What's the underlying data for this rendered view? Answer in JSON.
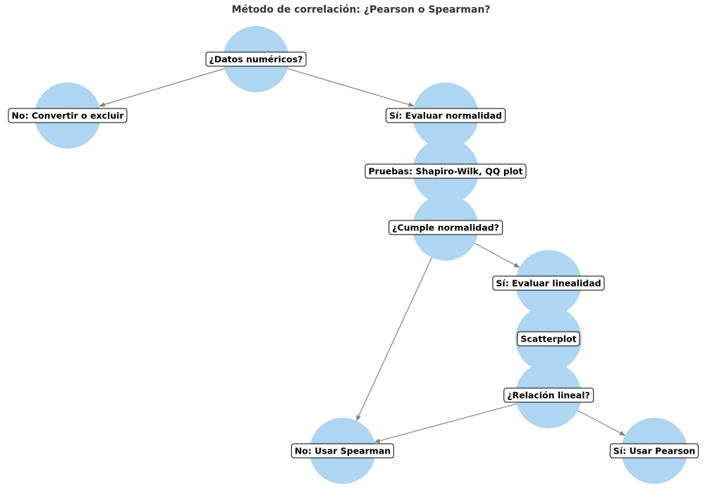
{
  "title": "Método de correlación: ¿Pearson o Spearman?",
  "colors": {
    "node_fill": "#AED6F1",
    "edge": "#808080",
    "label_border": "#000000"
  },
  "nodes": [
    {
      "id": "datos",
      "label": "¿Datos numéricos?"
    },
    {
      "id": "convertir",
      "label": "No: Convertir o excluir"
    },
    {
      "id": "normalidad",
      "label": "Sí: Evaluar normalidad"
    },
    {
      "id": "pruebas",
      "label": "Pruebas: Shapiro-Wilk, QQ plot"
    },
    {
      "id": "cumple",
      "label": "¿Cumple normalidad?"
    },
    {
      "id": "linealidad",
      "label": "Sí: Evaluar linealidad"
    },
    {
      "id": "scatter",
      "label": "Scatterplot"
    },
    {
      "id": "relacion",
      "label": "¿Relación lineal?"
    },
    {
      "id": "spearman",
      "label": "No: Usar Spearman"
    },
    {
      "id": "pearson",
      "label": "Sí: Usar Pearson"
    }
  ],
  "edges": [
    {
      "from": "datos",
      "to": "convertir",
      "arrow": true
    },
    {
      "from": "datos",
      "to": "normalidad",
      "arrow": true
    },
    {
      "from": "normalidad",
      "to": "pruebas",
      "arrow": false
    },
    {
      "from": "pruebas",
      "to": "cumple",
      "arrow": false
    },
    {
      "from": "cumple",
      "to": "linealidad",
      "arrow": true
    },
    {
      "from": "cumple",
      "to": "spearman",
      "arrow": true
    },
    {
      "from": "linealidad",
      "to": "scatter",
      "arrow": false
    },
    {
      "from": "scatter",
      "to": "relacion",
      "arrow": false
    },
    {
      "from": "relacion",
      "to": "spearman",
      "arrow": true
    },
    {
      "from": "relacion",
      "to": "pearson",
      "arrow": true
    }
  ]
}
